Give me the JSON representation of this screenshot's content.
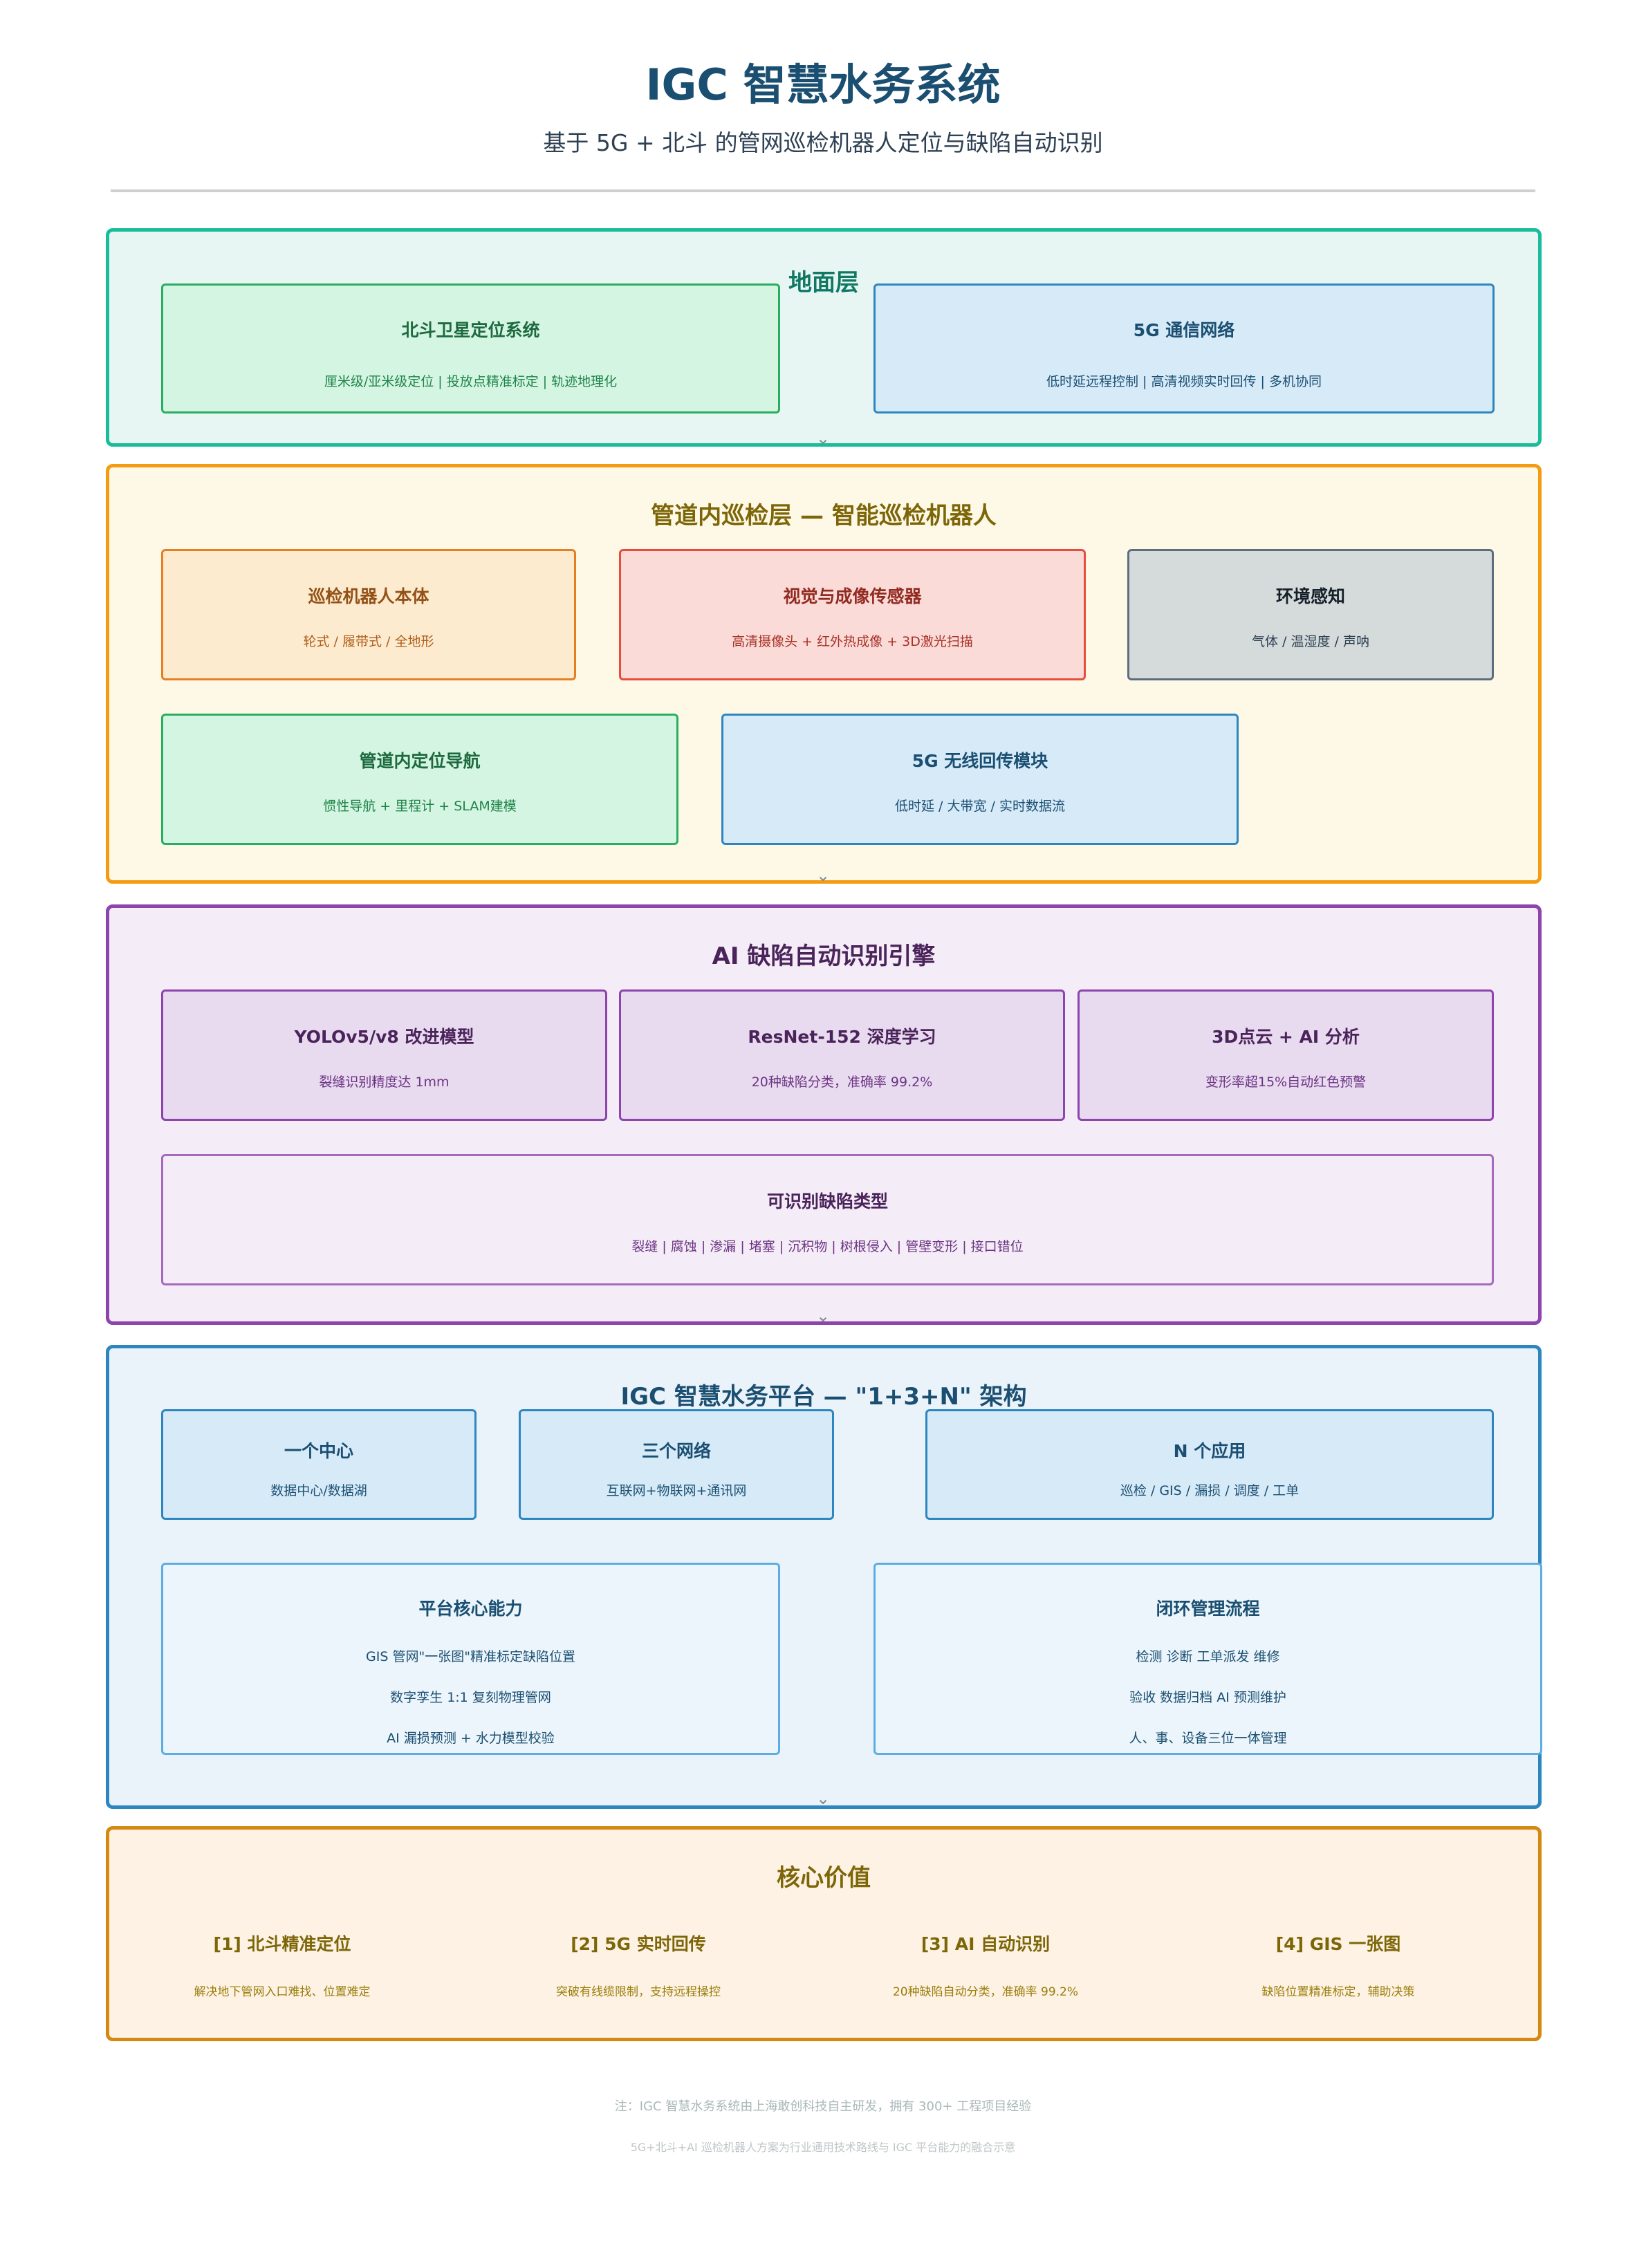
{
  "header": {
    "title": "IGC 智慧水务系统",
    "subtitle": "基于 5G + 北斗 的管网巡检机器人定位与缺陷自动识别"
  },
  "layers": {
    "ground": {
      "title": "地面层",
      "beidou": {
        "title": "北斗卫星定位系统",
        "desc": "厘米级/亚米级定位  |  投放点精准标定  |  轨迹地理化"
      },
      "g5": {
        "title": "5G 通信网络",
        "desc": "低时延远程控制  |  高清视频实时回传  |  多机协同"
      }
    },
    "pipe": {
      "title": "管道内巡检层 — 智能巡检机器人",
      "robot": {
        "title": "巡检机器人本体",
        "desc": "轮式 / 履带式 / 全地形"
      },
      "vision": {
        "title": "视觉与成像传感器",
        "desc": "高清摄像头 + 红外热成像 + 3D激光扫描"
      },
      "env": {
        "title": "环境感知",
        "desc": "气体 / 温湿度 / 声呐"
      },
      "nav": {
        "title": "管道内定位导航",
        "desc": "惯性导航 + 里程计 + SLAM建模"
      },
      "wireless": {
        "title": "5G 无线回传模块",
        "desc": "低时延 / 大带宽 / 实时数据流"
      }
    },
    "ai": {
      "title": "AI 缺陷自动识别引擎",
      "yolo": {
        "title": "YOLOv5/v8 改进模型",
        "desc": "裂缝识别精度达 1mm"
      },
      "resnet": {
        "title": "ResNet-152 深度学习",
        "desc": "20种缺陷分类，准确率 99.2%"
      },
      "pointcloud": {
        "title": "3D点云 + AI 分析",
        "desc": "变形率超15%自动红色预警"
      },
      "defects": {
        "title": "可识别缺陷类型",
        "desc": "裂缝  |  腐蚀  |  渗漏  |  堵塞  |  沉积物  |  树根侵入  |  管壁变形  |  接口错位"
      }
    },
    "platform": {
      "title": "IGC 智慧水务平台 — \"1+3+N\" 架构",
      "center": {
        "title": "一个中心",
        "desc": "数据中心/数据湖"
      },
      "networks": {
        "title": "三个网络",
        "desc": "互联网+物联网+通讯网"
      },
      "apps": {
        "title": "N 个应用",
        "desc": "巡检 / GIS / 漏损 / 调度 / 工单"
      },
      "core": {
        "title": "平台核心能力",
        "lines": [
          "GIS 管网\"一张图\"精准标定缺陷位置",
          "数字孪生 1:1 复刻物理管网",
          "AI 漏损预测 + 水力模型校验"
        ]
      },
      "loop": {
        "title": "闭环管理流程",
        "lines": [
          "检测  诊断  工单派发  维修",
          "验收  数据归档  AI 预测维护",
          "人、事、设备三位一体管理"
        ]
      }
    },
    "value": {
      "title": "核心价值",
      "items": [
        {
          "title": "[1] 北斗精准定位",
          "desc": "解决地下管网入口难找、位置难定"
        },
        {
          "title": "[2] 5G 实时回传",
          "desc": "突破有线缆限制，支持远程操控"
        },
        {
          "title": "[3] AI 自动识别",
          "desc": "20种缺陷自动分类，准确率 99.2%"
        },
        {
          "title": "[4] GIS 一张图",
          "desc": "缺陷位置精准标定，辅助决策"
        }
      ]
    }
  },
  "notes": {
    "line1": "注：IGC 智慧水务系统由上海敢创科技自主研发，拥有 300+ 工程项目经验",
    "line2": "5G+北斗+AI 巡检机器人方案为行业通用技术路线与 IGC 平台能力的融合示意"
  },
  "colors": {
    "ground_border": "#1abc9c",
    "pipe_border": "#f39c12",
    "ai_border": "#8e44ad",
    "platform_border": "#2e86c1",
    "value_border": "#d68910"
  }
}
